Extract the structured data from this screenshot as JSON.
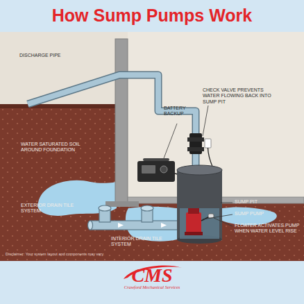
{
  "diagram": {
    "title": "How Sump Pumps Work",
    "labels": [
      "DISCHARGE PIPE",
      "BATTERY BACKUP",
      "CHECK VALVE PREVENTS WATER FLOWING BACK INTO SUMP PIT",
      "WATER SATURATED SOIL AROUND FOUNDATION",
      "EXTERIOR DRAIN TILE SYSTEM",
      "SUMP PIT",
      "SUMP PUMP",
      "FLOATER ACTIVATES PUMP WHEN WATER LEVEL RISE",
      "INTERIOR DRAIN TILE SYSTEM",
      "Disclaimer: Your system layout and components may vary.",
      "CMS",
      "Crawford Mechanical Services"
    ]
  }
}
